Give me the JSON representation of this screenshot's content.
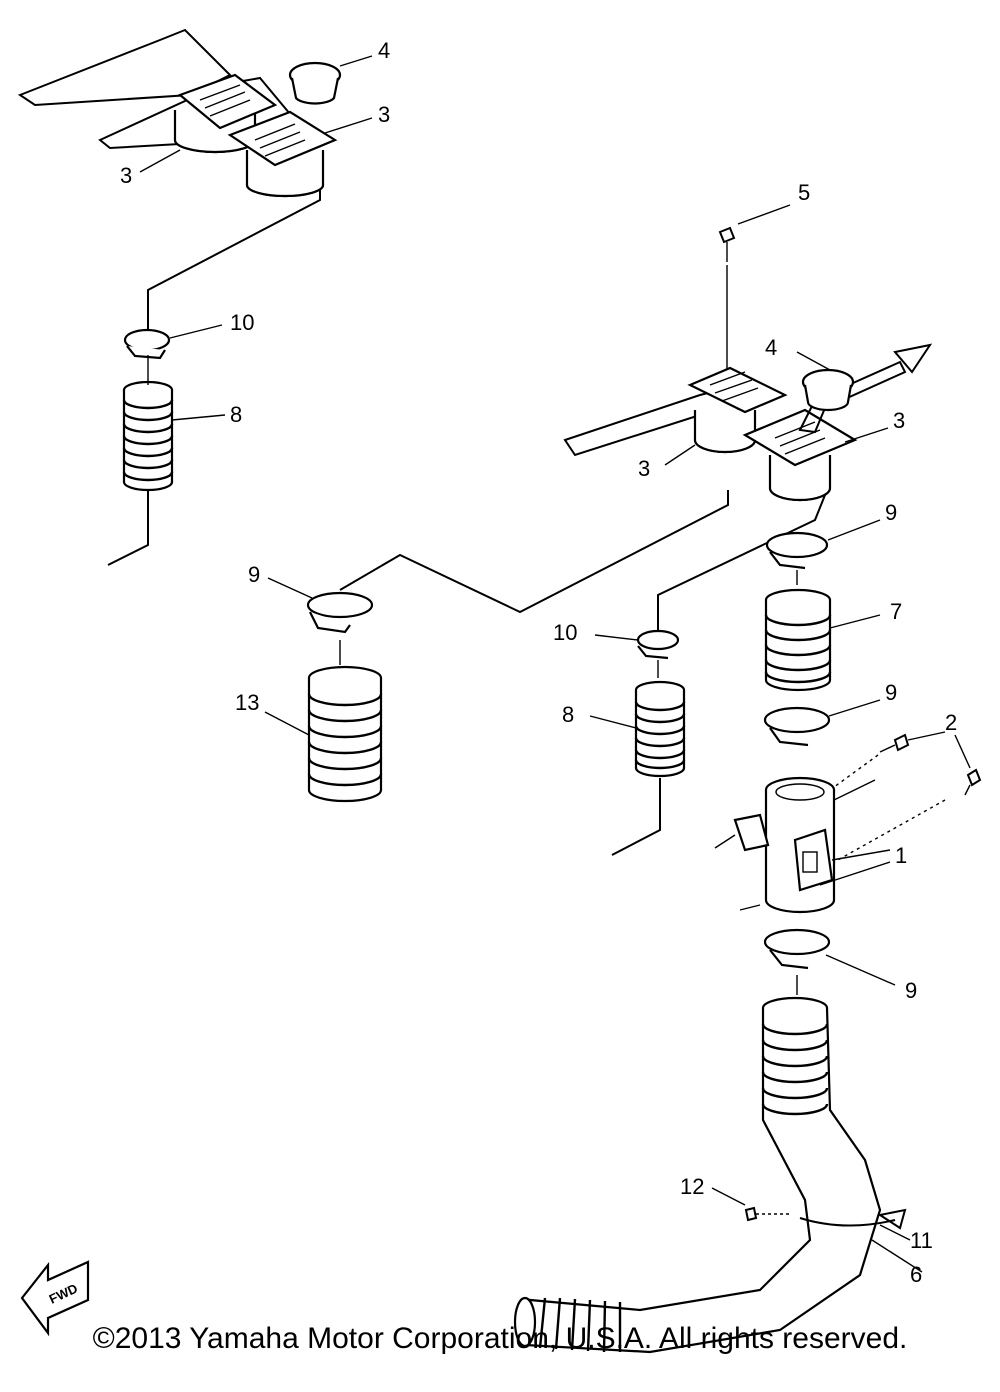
{
  "callouts": {
    "c1": "1",
    "c2": "2",
    "c3a": "3",
    "c3b": "3",
    "c3c": "3",
    "c3d": "3",
    "c4a": "4",
    "c4b": "4",
    "c5": "5",
    "c6": "6",
    "c7": "7",
    "c8a": "8",
    "c8b": "8",
    "c9a": "9",
    "c9b": "9",
    "c9c": "9",
    "c9d": "9",
    "c10a": "10",
    "c10b": "10",
    "c11": "11",
    "c12": "12",
    "c13": "13"
  },
  "fwd_label": "FWD",
  "copyright": "©2013 Yamaha Motor Corporation, U.S.A. All rights reserved."
}
